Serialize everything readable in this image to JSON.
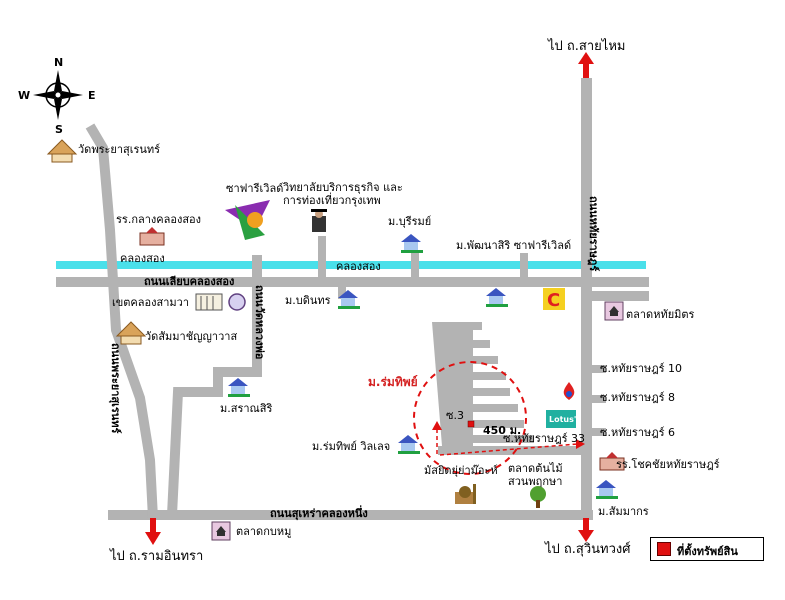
{
  "compass": {
    "n": "N",
    "s": "S",
    "e": "E",
    "w": "W"
  },
  "destinations": {
    "top_right": "ไป ถ.สายไหม",
    "bottom_left": "ไป ถ.รามอินทรา",
    "bottom_right": "ไป ถ.สุวินทวงศ์"
  },
  "roads": {
    "klong_canal_left": "คลองสอง",
    "klong_canal_mid": "คลองสอง",
    "siap_road": "ถนนเลียบคลองสอง",
    "suhra_road": "ถนนสุเหร่าคลองหนึ่ง",
    "phraya_road": "ถนนพระยาสุเรนทร์",
    "wat_road": "ถนนวัดหลวงพ่อ",
    "hathai_road": "ถนนหทัยราษฎร์"
  },
  "places": {
    "wat_phraya": "วัดพระยาสุเรนทร์",
    "school_klong": "รร.กลางคลองสอง",
    "safari": "ซาฟารีเวิลด์",
    "college": "วิทยาลัยบริการธุรกิจ และการท่องเที่ยวกรุงเทพ",
    "buriram": "ม.บุรีรมย์",
    "phatthanasiri": "ม.พัฒนาสิริ ซาฟารีเวิลด์",
    "district": "เขตคลองสามวา",
    "wat_samakkhi": "วัดสัมมาชัญญาวาส",
    "binthon": "ม.บดินทร",
    "market_hathai": "ตลาดหทัยมิตร",
    "saransiri": "ม.สราณสิริ",
    "romthip_village": "ม.ร่มทิพย์ วิลเลจ",
    "mosque": "มัสยิดยุ่ย่าม๊อะห์",
    "tree_market": "ตลาดต้นไม้ สวนพฤกษา",
    "chokchai_school": "รร.โชคชัยหทัยราษฎร์",
    "sammakon": "ม.สัมมากร",
    "market_kob": "ตลาดกบหมู"
  },
  "sois": {
    "soi10": "ซ.หทัยราษฎร์ 10",
    "soi8": "ซ.หทัยราษฎร์ 8",
    "soi6": "ซ.หทัยราษฎร์ 6",
    "soi33": "ซ.หทัยราษฎร์ 33",
    "soi3": "ซ.3"
  },
  "target": {
    "village": "ม.ร่มทิพย์",
    "distance": "450 ม."
  },
  "legend": {
    "label": "ที่ตั้งทรัพย์สิน"
  },
  "colors": {
    "road": "#b3b3b3",
    "canal": "#4ae0ea",
    "arrow": "#e01010",
    "property": "#e01010",
    "circle": "#e01010"
  }
}
